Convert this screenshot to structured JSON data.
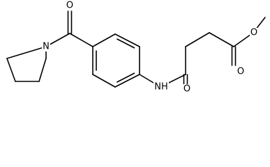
{
  "structure": {
    "colors": {
      "bond": "#000000",
      "label": "#000000",
      "background": "#ffffff"
    },
    "atoms": [
      {
        "id": "pyrrolidine-nitrogen",
        "label": "N"
      },
      {
        "id": "amide-oxygen-left",
        "label": "O"
      },
      {
        "id": "amide-nitrogen",
        "label": "NH"
      },
      {
        "id": "amide-oxygen-right",
        "label": "O"
      },
      {
        "id": "ester-oxygen-carbonyl",
        "label": "O"
      },
      {
        "id": "ester-oxygen-methoxy",
        "label": "O"
      }
    ]
  }
}
